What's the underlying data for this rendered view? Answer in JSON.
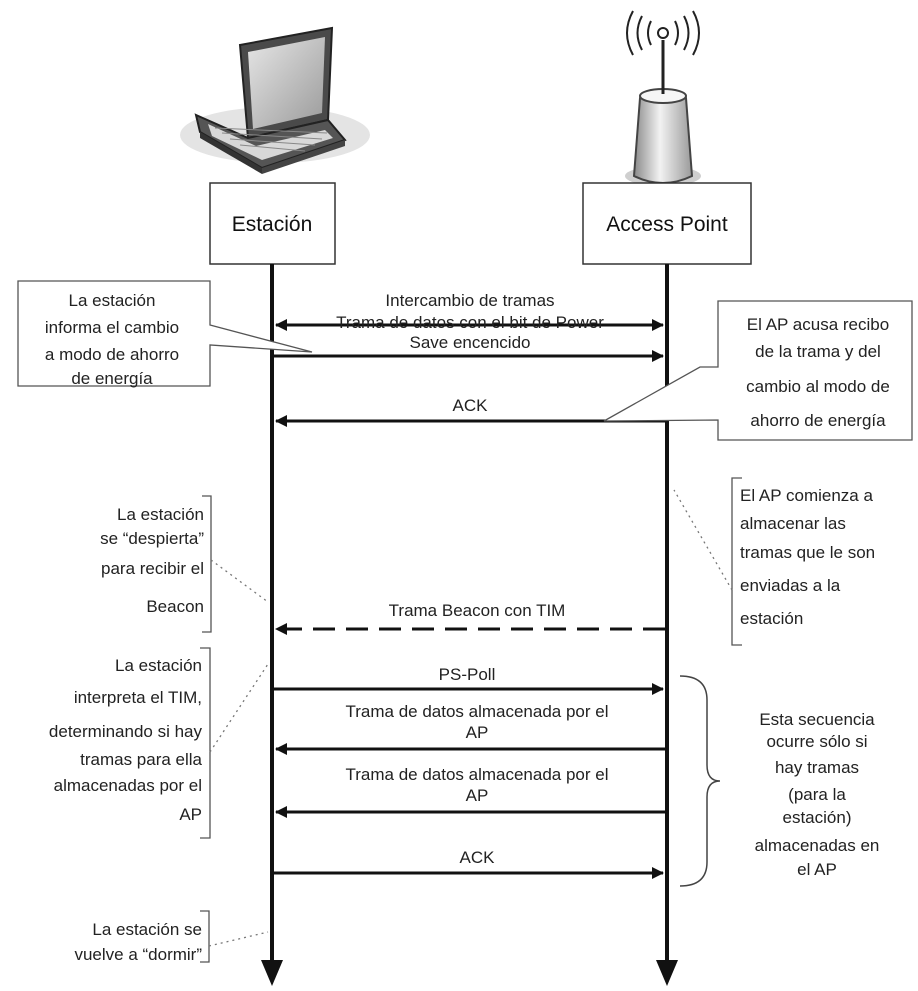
{
  "headers": {
    "station": "Estación",
    "access_point": "Access Point"
  },
  "messages": [
    {
      "id": "m1",
      "lines": [
        "Intercambio de tramas"
      ]
    },
    {
      "id": "m2",
      "lines": [
        "Trama de datos con el bit de Power",
        "Save encencido"
      ]
    },
    {
      "id": "m3",
      "lines": [
        "ACK"
      ]
    },
    {
      "id": "m4",
      "lines": [
        "Trama Beacon con TIM"
      ]
    },
    {
      "id": "m5",
      "lines": [
        "PS-Poll"
      ]
    },
    {
      "id": "m6",
      "lines": [
        "Trama de datos almacenada por el",
        "AP"
      ]
    },
    {
      "id": "m7",
      "lines": [
        "Trama de datos almacenada por el",
        "AP"
      ]
    },
    {
      "id": "m8",
      "lines": [
        "ACK"
      ]
    }
  ],
  "notes": {
    "left_power_save": [
      "La estación",
      "informa el cambio",
      "a modo de ahorro",
      "de energía"
    ],
    "right_ack": [
      "El AP acusa recibo",
      "de la trama y del",
      "cambio al modo de",
      "ahorro de energía"
    ],
    "right_store": [
      "El AP comienza a",
      "almacenar las",
      "tramas que le son",
      "enviadas a la",
      "estación"
    ],
    "left_wake": [
      "La estación",
      "se “despierta”",
      "para recibir el",
      "Beacon"
    ],
    "left_interpret": [
      "La estación",
      "interpreta el TIM,",
      "determinando si hay",
      "tramas para ella",
      "almacenadas por el",
      "AP"
    ],
    "right_sequence": [
      "Esta secuencia",
      "ocurre sólo si",
      "hay tramas",
      "(para la",
      "estación)",
      "almacenadas en",
      "el AP"
    ],
    "left_sleep": [
      "La estación se",
      "vuelve a “dormir”"
    ]
  }
}
